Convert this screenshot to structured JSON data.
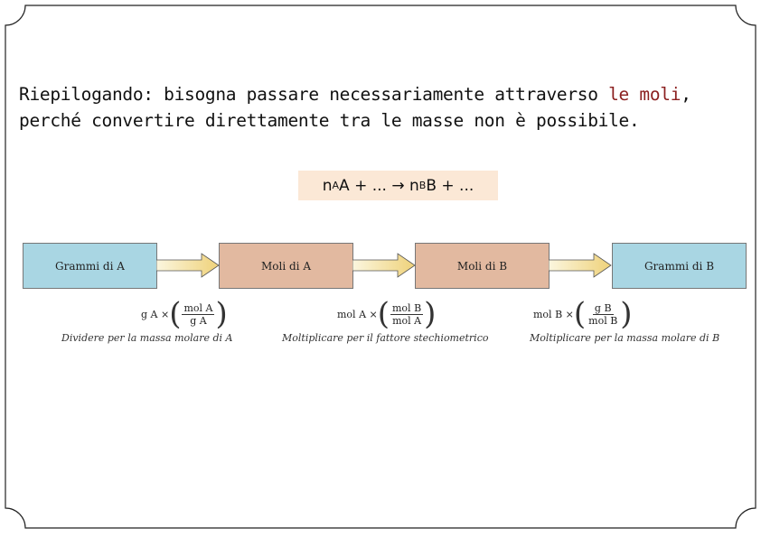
{
  "intro": {
    "line1_before": "Riepilogando: bisogna passare necessariamente attraverso ",
    "line1_highlight": "le moli",
    "line1_after": ",",
    "line2": "perché convertire direttamente tra le masse non è possibile.",
    "highlight_color": "#8b1f1f"
  },
  "equation": {
    "n1": "n",
    "sub1": "A",
    "species1": "A + ... ",
    "arrow": "→",
    "n2": " n",
    "sub2": "B",
    "species2": "B + ..."
  },
  "flow": {
    "boxes": [
      "Grammi di A",
      "Moli di A",
      "Moli di B",
      "Grammi di B"
    ],
    "colors": {
      "grams": "#a9d6e3",
      "moles": "#e2b9a0",
      "arrow": "#f5e6a0"
    }
  },
  "conversions": [
    {
      "prefix": "g A ×",
      "num": "mol A",
      "den": "g A",
      "caption": "Dividere per la massa molare di A"
    },
    {
      "prefix": "mol A ×",
      "num": "mol B",
      "den": "mol A",
      "caption": "Moltiplicare per il fattore stechiometrico"
    },
    {
      "prefix": "mol B ×",
      "num": "g B",
      "den": "mol B",
      "caption": "Moltiplicare per la massa molare di B"
    }
  ]
}
